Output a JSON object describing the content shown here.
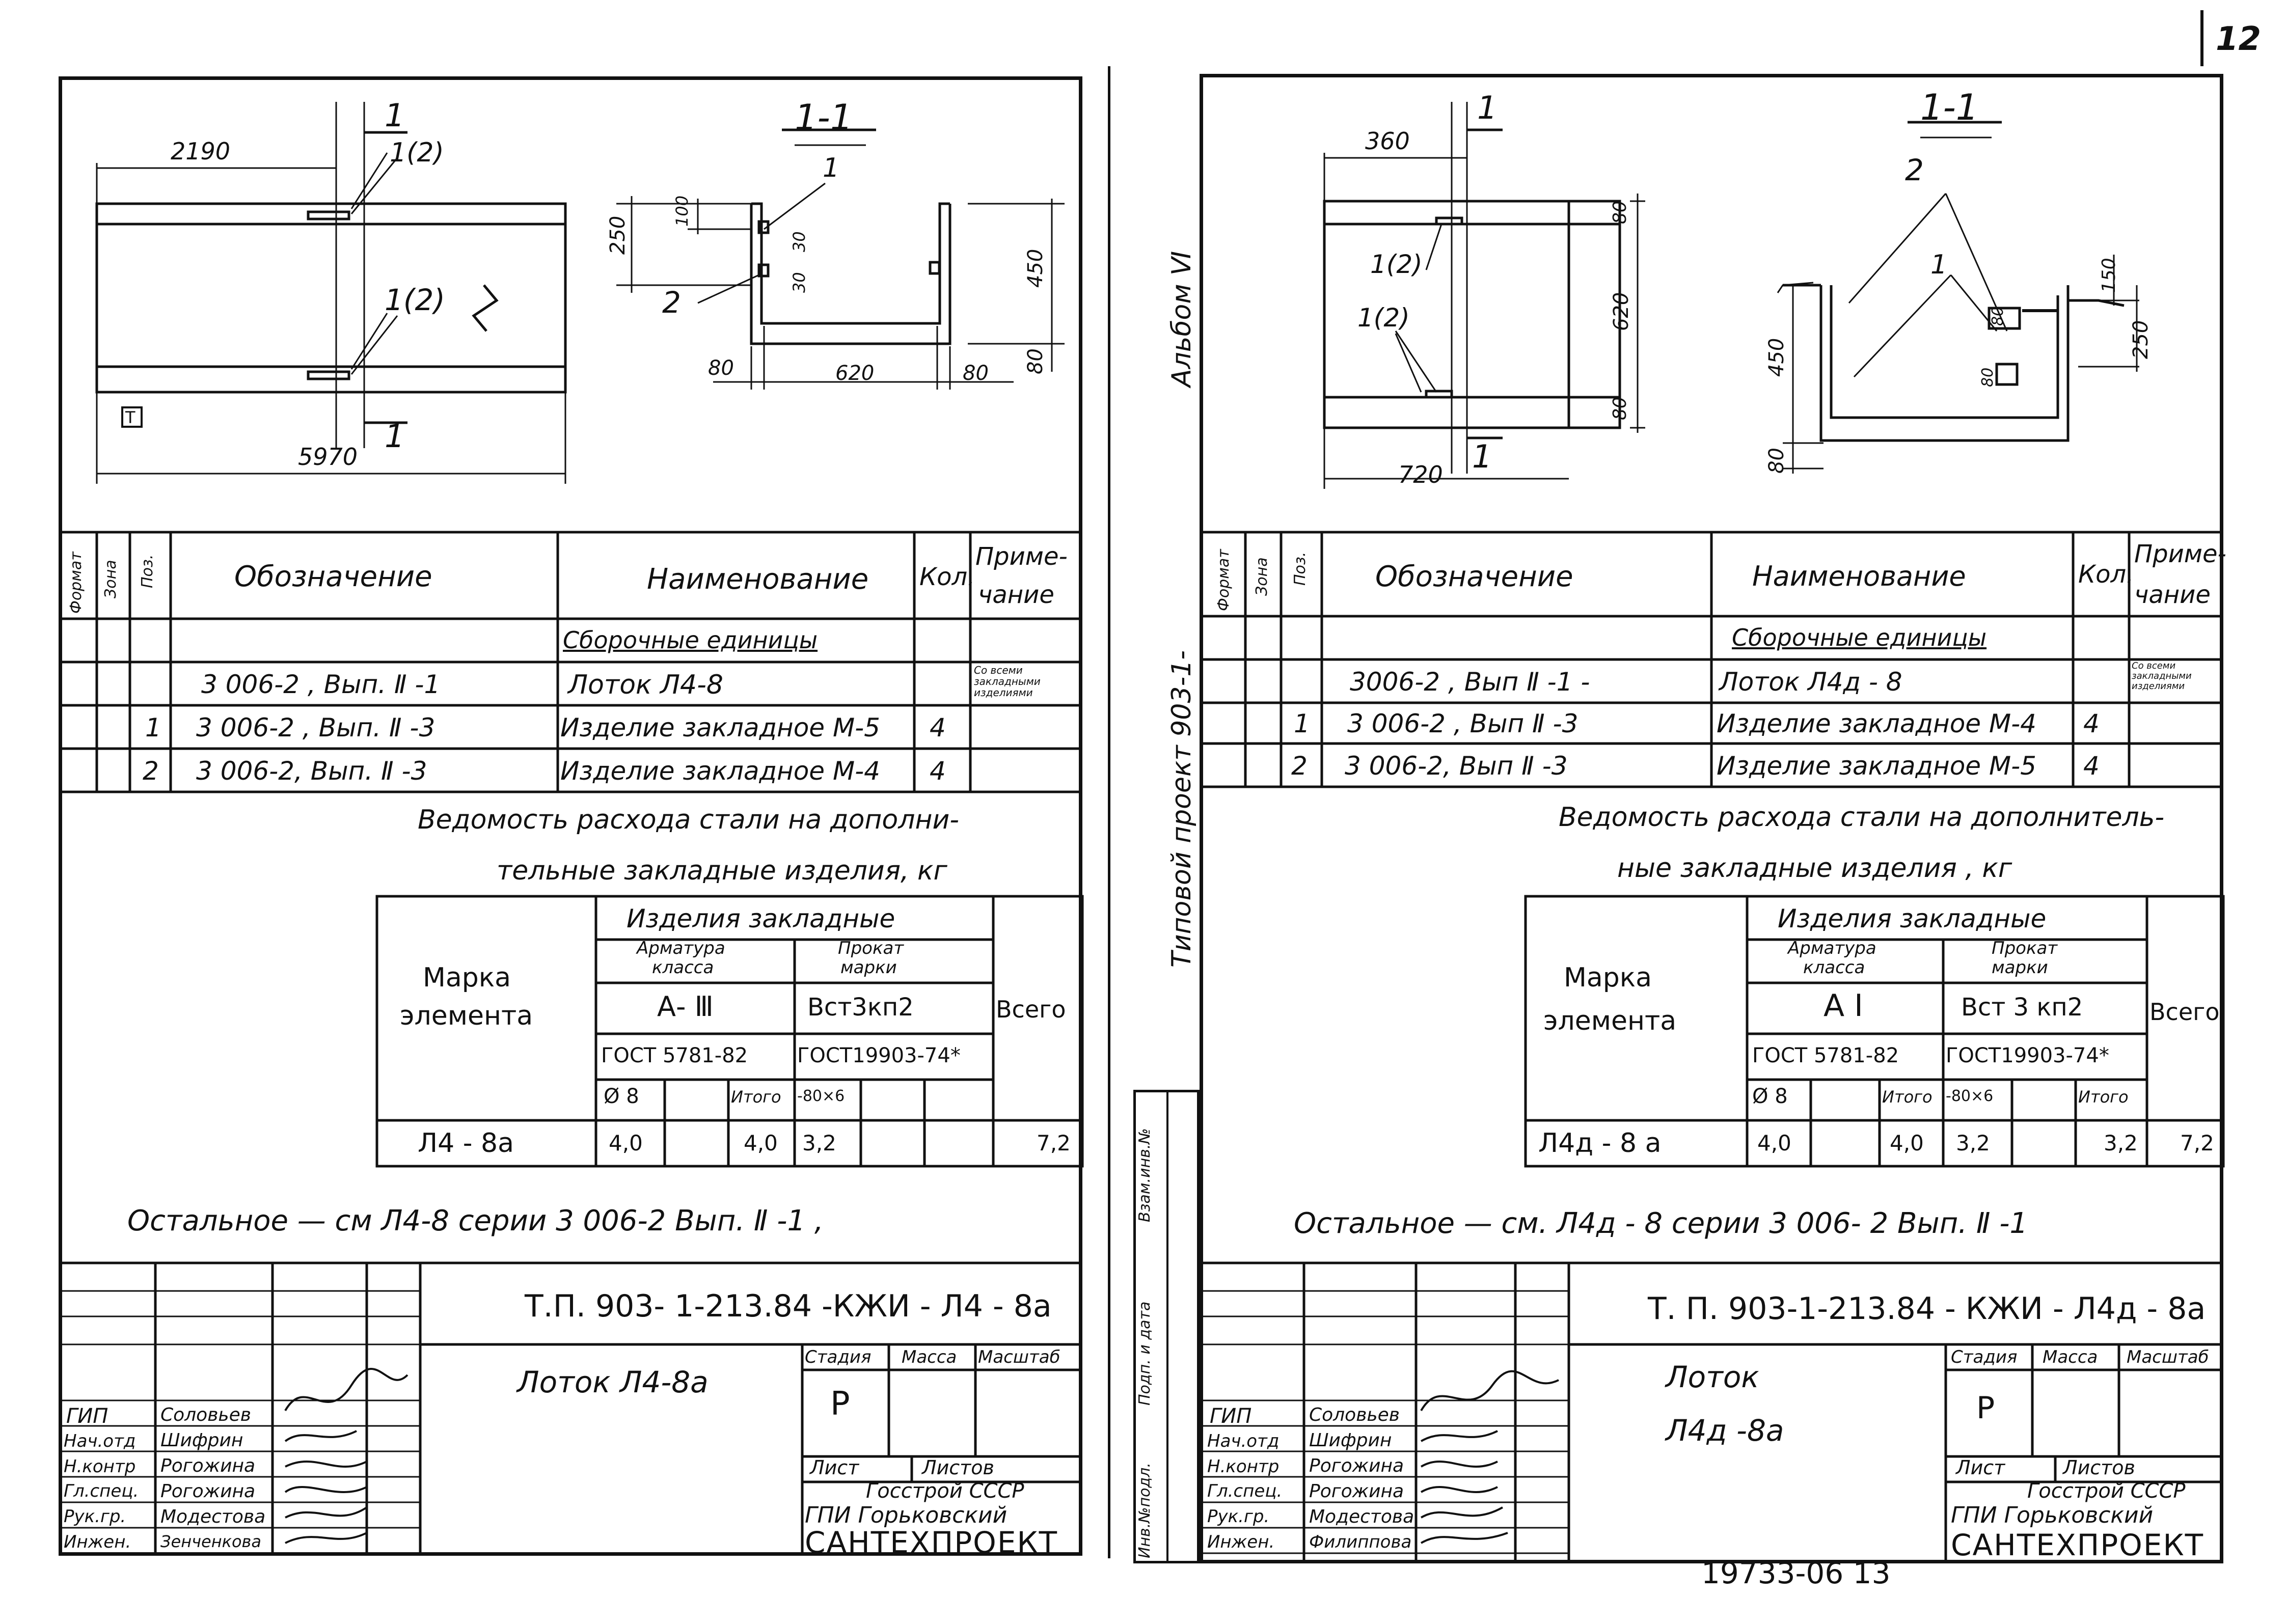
{
  "page": {
    "page_number": "12",
    "bottom_code": "19733-06   13"
  },
  "side": {
    "album": "Альбом Ⅵ",
    "project": "Типовой   проект   903-1-",
    "stamp_labels": [
      "Взам.инв.№",
      "Подп. и дата",
      "Инв.№подл."
    ]
  },
  "headers": {
    "format": "Формат",
    "zone": "Зона",
    "pos": "Поз.",
    "designation": "Обозначение",
    "name": "Наименование",
    "qty": "Кол.",
    "note_l1": "Приме-",
    "note_l2": "чание"
  },
  "steel": {
    "mark_l1": "Марка",
    "mark_l2": "элемента",
    "items": "Изделия   закладные",
    "arm_l1": "Арматура",
    "arm_l2": "класса",
    "rolled_l1": "Прокат",
    "rolled_l2": "марки",
    "total": "Всего",
    "gost_a": "ГОСТ 5781-82",
    "gost_b": "ГОСТ19903-74*",
    "dia": "Ø 8",
    "itogo": "Итого",
    "prof": "-80×6"
  },
  "titleblock": {
    "stage_h": "Стадия",
    "mass_h": "Масса",
    "scale_h": "Масштаб",
    "stage": "Р",
    "sheet_h": "Лист",
    "sheets_h": "Листов",
    "org1": "Госстрой СССР",
    "org2": "ГПИ   Горьковский",
    "org3": "САНТЕХПРОЕКТ",
    "roles": [
      "ГИП",
      "Нач.отд",
      "Н.контр",
      "Гл.спец.",
      "Рук.гр.",
      "Инжен."
    ]
  },
  "left": {
    "section": "1-1",
    "plan_dims": [
      "2190",
      "5970"
    ],
    "cut_mark": "1",
    "labels": [
      "1(2)",
      "1(2)",
      "Т"
    ],
    "sect_labels": [
      "1",
      "2"
    ],
    "sect_dims": [
      "250",
      "100",
      "30",
      "30",
      "450",
      "80",
      "80",
      "620",
      "80"
    ],
    "spec_rows": [
      {
        "pos": "",
        "designation": "",
        "name": "Сборочные  единицы",
        "qty": "",
        "note": ""
      },
      {
        "pos": "",
        "designation": "3 006-2 , Вып. Ⅱ -1",
        "name": "Лоток  Л4-8",
        "qty": "",
        "note": "Со всеми закладными изделиями"
      },
      {
        "pos": "1",
        "designation": "3 006-2 ,  Вып. Ⅱ -3",
        "name": "Изделие закладное  М-5",
        "qty": "4",
        "note": ""
      },
      {
        "pos": "2",
        "designation": "3 006-2,  Вып. Ⅱ -3",
        "name": "Изделие закладное  М-4",
        "qty": "4",
        "note": ""
      }
    ],
    "steel_title_l1": "Ведомость  расхода  стали  на  дополни-",
    "steel_title_l2": "тельные  закладные  изделия, кг",
    "class": "А- Ⅲ",
    "steel_grade": "Вст3кп2",
    "row": {
      "mark": "Л4 - 8а",
      "d8": "4,0",
      "itogo1": "4,0",
      "prof": "3,2",
      "itogo2": "",
      "total": "7,2"
    },
    "note": "Остальное  —  см  Л4-8  серии 3 006-2  Вып. Ⅱ -1 ,",
    "code": "Т.П. 903- 1-213.84 -КЖИ - Л4 - 8а",
    "title": "Лоток  Л4-8а",
    "names": [
      "Соловьев",
      "Шифрин",
      "Рогожина",
      "Рогожина",
      "Модестова",
      "Зенченкова"
    ]
  },
  "right": {
    "section": "1-1",
    "plan_dims": [
      "360",
      "720",
      "620",
      "80",
      "80"
    ],
    "cut_mark": "1",
    "labels": [
      "1(2)",
      "1(2)"
    ],
    "sect_labels": [
      "2",
      "1"
    ],
    "sect_dims": [
      "450",
      "80",
      "150",
      "250",
      "80",
      "80"
    ],
    "spec_rows": [
      {
        "pos": "",
        "designation": "",
        "name": "Сборочные  единицы",
        "qty": "",
        "note": ""
      },
      {
        "pos": "",
        "designation": "3006-2 , Вып Ⅱ -1  -",
        "name": "Лоток  Л4д - 8",
        "qty": "",
        "note": "Со всеми закладными изделиями"
      },
      {
        "pos": "1",
        "designation": "3 006-2 ,  Вып Ⅱ -3",
        "name": "Изделие  закладное  М-4",
        "qty": "4",
        "note": ""
      },
      {
        "pos": "2",
        "designation": "3 006-2,   Вып  Ⅱ -3",
        "name": "Изделие закладное  М-5",
        "qty": "4",
        "note": ""
      }
    ],
    "steel_title_l1": "Ведомость  расхода  стали  на  дополнитель-",
    "steel_title_l2": "ные  закладные  изделия , кг",
    "class": "А  Ⅰ",
    "steel_grade": "Вст 3 кп2",
    "row": {
      "mark": "Л4д - 8 а",
      "d8": "4,0",
      "itogo1": "4,0",
      "prof": "3,2",
      "itogo2": "3,2",
      "total": "7,2"
    },
    "note": "Остальное  — см.  Л4д - 8  серии  3 006- 2  Вып. Ⅱ -1",
    "code": "Т. П. 903-1-213.84  - КЖИ - Л4д - 8а",
    "title_l1": "Лоток",
    "title_l2": "Л4д -8а",
    "names": [
      "Соловьев",
      "Шифрин",
      "Рогожина",
      "Рогожина",
      "Модестова",
      "Филиппова"
    ]
  }
}
